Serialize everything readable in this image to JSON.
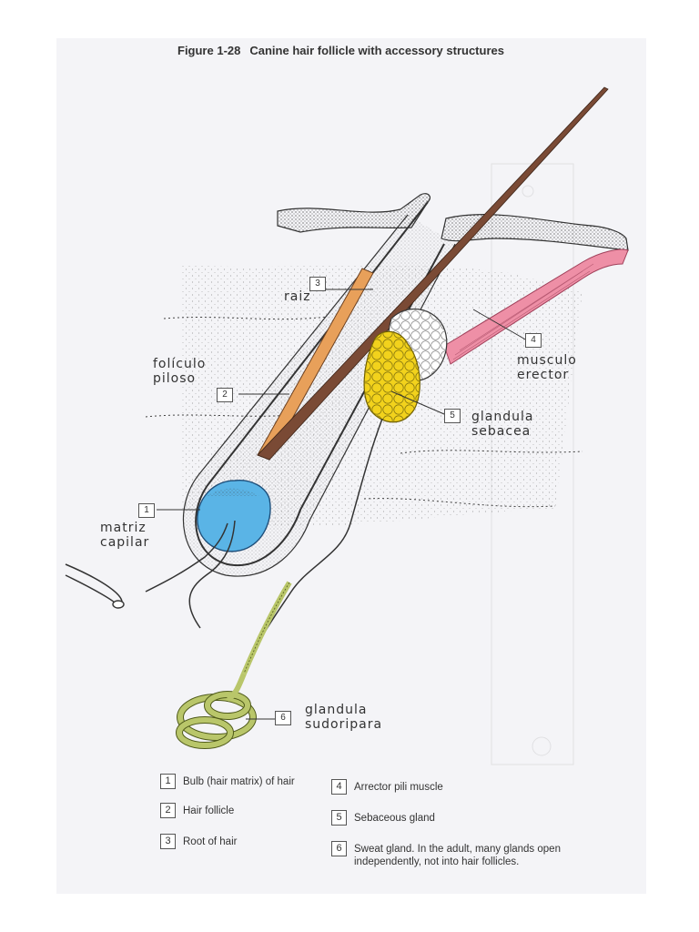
{
  "figure": {
    "number": "Figure 1-28",
    "title": "Canine hair follicle with accessory structures"
  },
  "callouts": [
    {
      "id": "1",
      "name": "callout-1"
    },
    {
      "id": "2",
      "name": "callout-2"
    },
    {
      "id": "3",
      "name": "callout-3"
    },
    {
      "id": "4",
      "name": "callout-4"
    },
    {
      "id": "5",
      "name": "callout-5"
    },
    {
      "id": "6",
      "name": "callout-6"
    }
  ],
  "handwritten": {
    "raiz": "raiz",
    "foliculo_line1": "folículo",
    "foliculo_line2": "piloso",
    "matriz_line1": "matriz",
    "matriz_line2": "capilar",
    "musculo_line1": "musculo",
    "musculo_line2": "erector",
    "sebacea_line1": "glandula",
    "sebacea_line2": "sebacea",
    "sudoripara_line1": "glandula",
    "sudoripara_line2": "sudoripara"
  },
  "legend": [
    {
      "num": "1",
      "text": "Bulb (hair matrix) of hair"
    },
    {
      "num": "2",
      "text": "Hair follicle"
    },
    {
      "num": "3",
      "text": "Root of hair"
    },
    {
      "num": "4",
      "text": "Arrector pili muscle"
    },
    {
      "num": "5",
      "text": "Sebaceous gland"
    },
    {
      "num": "6",
      "text": "Sweat gland. In the adult, many glands open independently, not into hair follicles."
    }
  ],
  "colors": {
    "hair_root": "#e8a05a",
    "hair_shaft": "#7a4a35",
    "bulb": "#5ab4e6",
    "sebaceous_gland": "#f2d21c",
    "arrector_muscle": "#ee8fa6",
    "sweat_gland": "#b9c66a"
  }
}
